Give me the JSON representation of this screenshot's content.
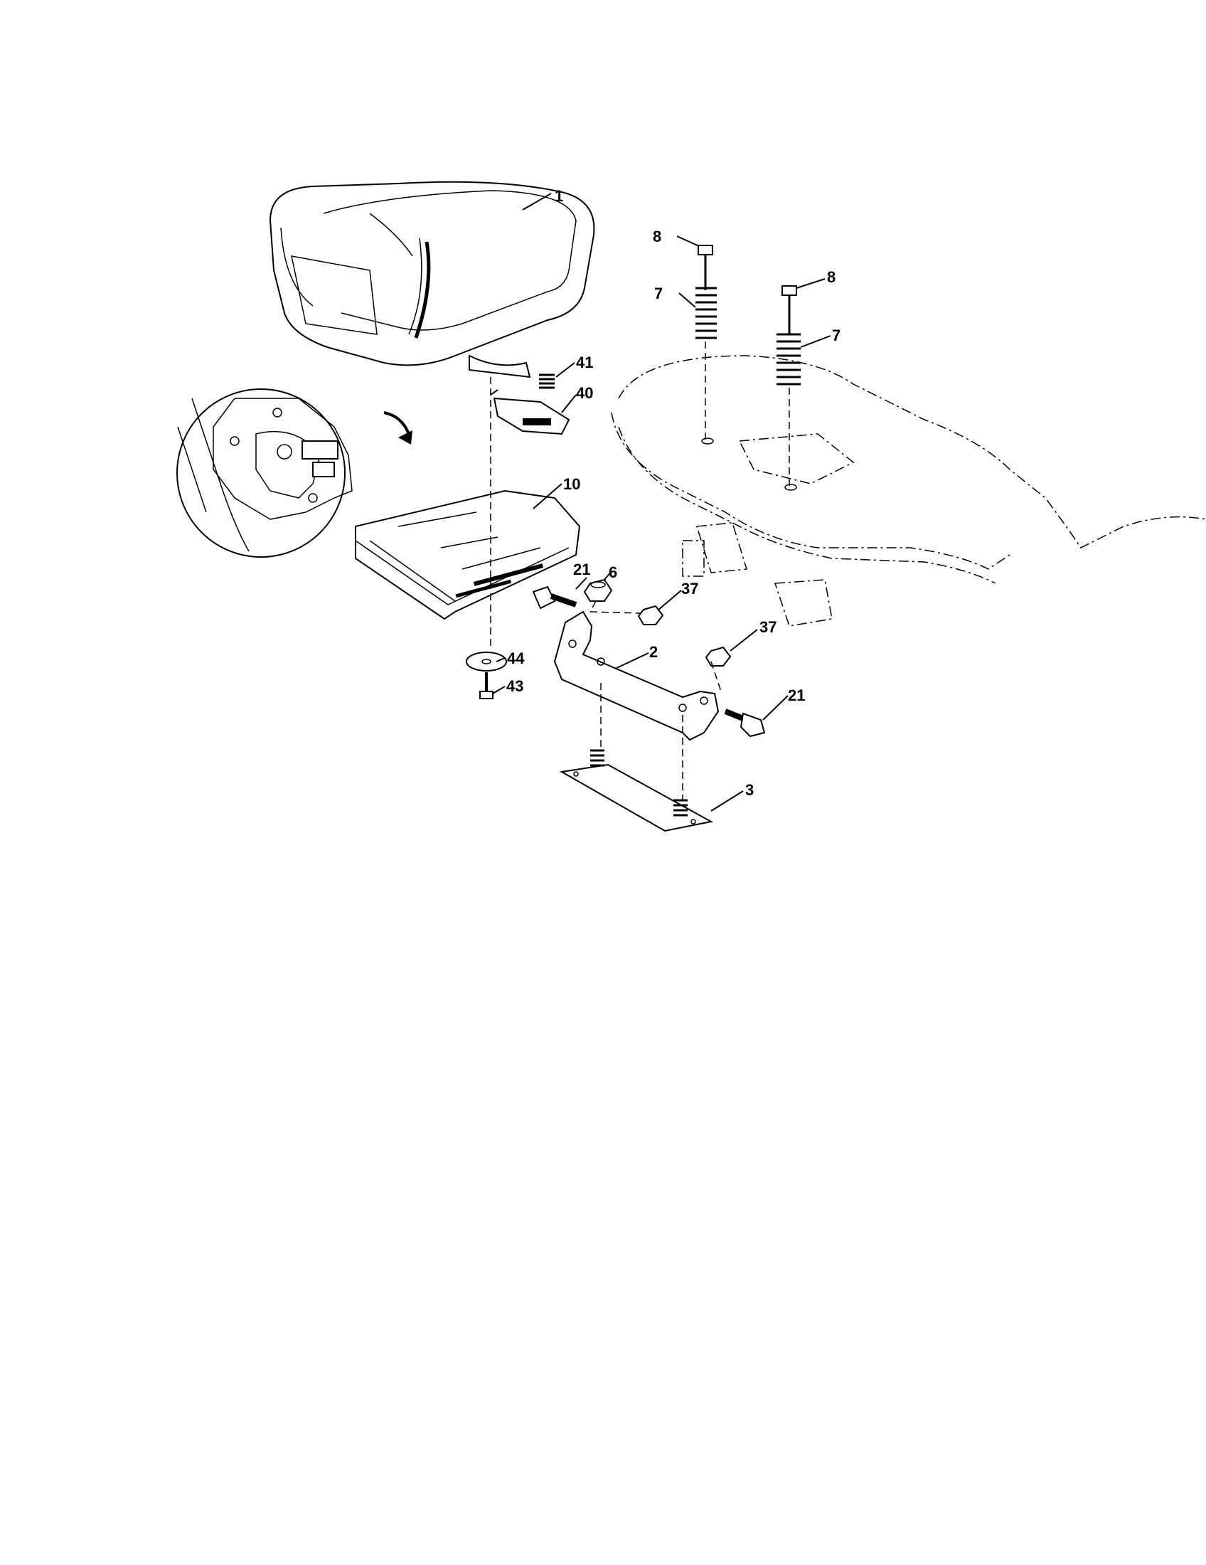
{
  "diagram": {
    "callouts": [
      {
        "id": "seat",
        "label": "1"
      },
      {
        "id": "bolt-left",
        "label": "8"
      },
      {
        "id": "bolt-right",
        "label": "8"
      },
      {
        "id": "spring-left",
        "label": "7"
      },
      {
        "id": "spring-right",
        "label": "7"
      },
      {
        "id": "spring-small",
        "label": "41"
      },
      {
        "id": "switch",
        "label": "40"
      },
      {
        "id": "seat-pan",
        "label": "10"
      },
      {
        "id": "shoulder-bolt-left",
        "label": "21"
      },
      {
        "id": "nut-6",
        "label": "6"
      },
      {
        "id": "nut-37-upper",
        "label": "37"
      },
      {
        "id": "nut-37-lower",
        "label": "37"
      },
      {
        "id": "bracket",
        "label": "2"
      },
      {
        "id": "washer",
        "label": "44"
      },
      {
        "id": "screw",
        "label": "43"
      },
      {
        "id": "shoulder-bolt-right",
        "label": "21"
      },
      {
        "id": "plate",
        "label": "3"
      }
    ]
  }
}
